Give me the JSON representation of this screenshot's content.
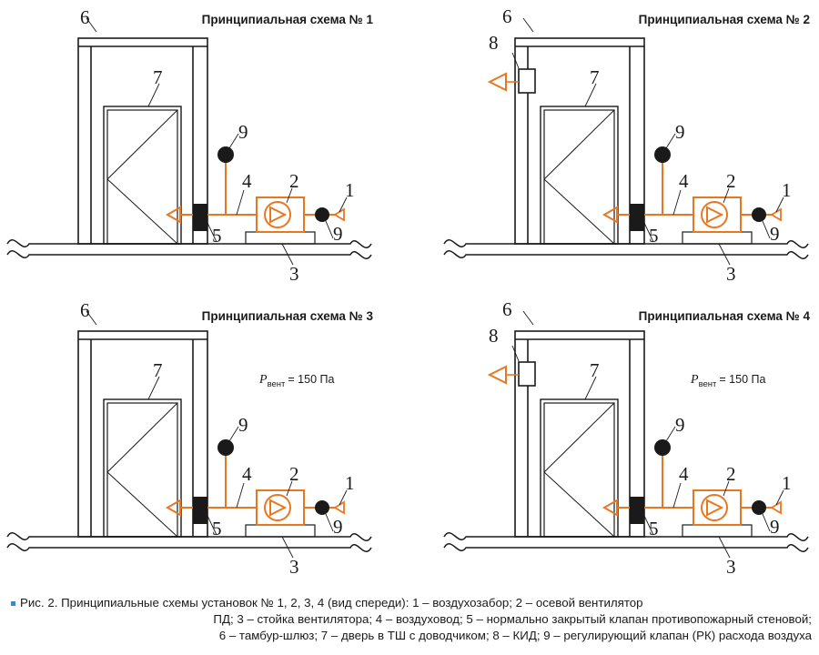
{
  "colors": {
    "ink": "#1a1a1a",
    "orange": "#e87722",
    "bullet": "#2b8fd1"
  },
  "panels": [
    {
      "title": "Принципиальная схема № 1",
      "has_valve8": false,
      "pressure": null
    },
    {
      "title": "Принципиальная схема № 2",
      "has_valve8": true,
      "pressure": null
    },
    {
      "title": "Принципиальная схема № 3",
      "has_valve8": false,
      "pressure": {
        "symbol": "P",
        "subscript": "вент",
        "value": "= 150 Па"
      }
    },
    {
      "title": "Принципиальная схема № 4",
      "has_valve8": true,
      "pressure": {
        "symbol": "P",
        "subscript": "вент",
        "value": "= 150 Па"
      }
    }
  ],
  "labels": {
    "n1": "1",
    "n2": "2",
    "n3": "3",
    "n4": "4",
    "n5": "5",
    "n6": "6",
    "n7": "7",
    "n8": "8",
    "n9": "9"
  },
  "caption": {
    "line1": "Рис. 2. Принципиальные схемы установок № 1, 2, 3, 4 (вид спереди): 1 – воздухозабор; 2 – осевой вентилятор",
    "line2": "ПД; 3 – стойка вентилятора; 4 – воздуховод; 5 – нормально закрытый клапан противопожарный стеновой;",
    "line3": "6 – тамбур-шлюз; 7 – дверь в ТШ с доводчиком; 8 – КИД; 9 – регулирующий клапан (РК) расхода воздуха"
  }
}
